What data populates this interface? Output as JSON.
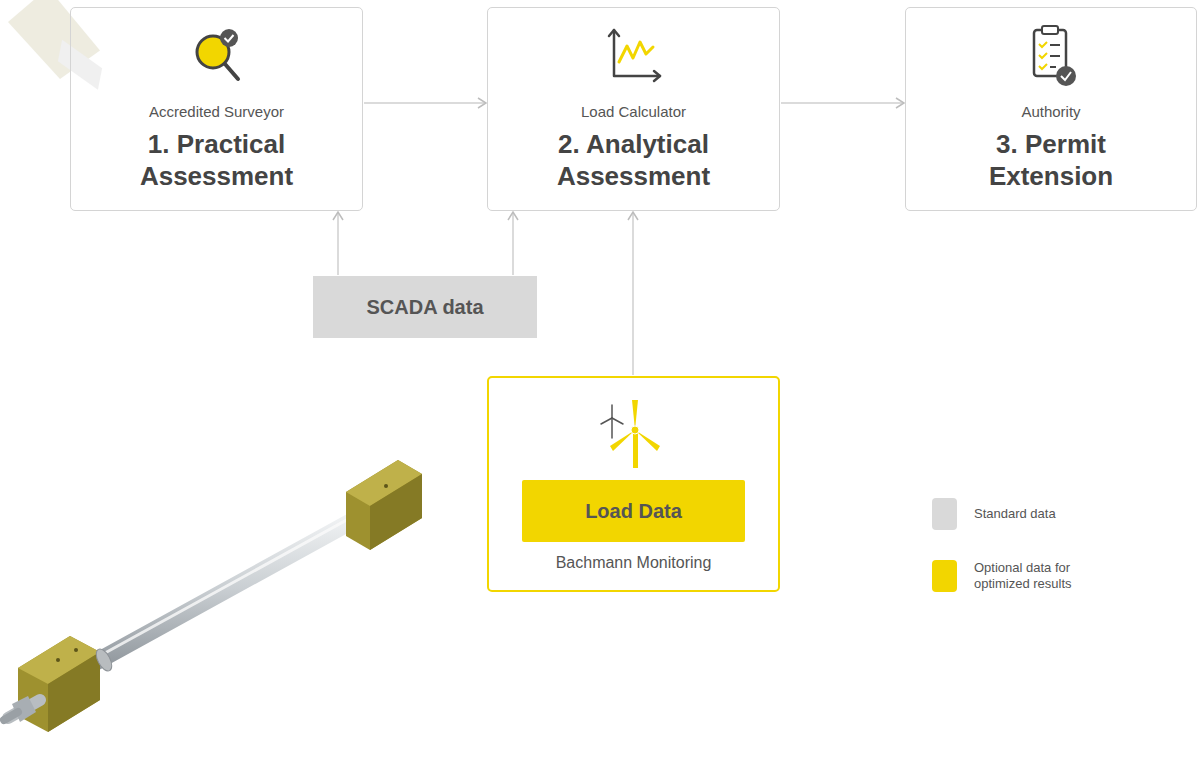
{
  "diagram": {
    "nodes": [
      {
        "text": [
          "Accredited Surveyor",
          "1. Practical Assessment"
        ]
      },
      {
        "text": [
          "Load Calculator",
          "2. Analytical Assessment"
        ]
      },
      {
        "text": [
          "Authority",
          "3. Permit Extension"
        ]
      },
      {
        "text": [
          "SCADA data"
        ]
      },
      {
        "text": [
          "Bachmann Monitoring"
        ]
      },
      {
        "text": [
          "Load Data"
        ],
        "in": 4
      }
    ],
    "edges": [
      {
        "from": 0,
        "to": 1,
        "arrow": "to"
      },
      {
        "from": 1,
        "to": 2,
        "arrow": "to"
      },
      {
        "from": 3,
        "to": 0,
        "arrow": "to"
      },
      {
        "from": 3,
        "to": 1,
        "arrow": "to"
      },
      {
        "from": 4,
        "to": 1,
        "arrow": "to"
      }
    ],
    "legend": [
      {
        "text": "Standard data",
        "color": "#d9d9d9"
      },
      {
        "text": "Optional data for optimized results",
        "color": "#f2d600"
      }
    ]
  }
}
